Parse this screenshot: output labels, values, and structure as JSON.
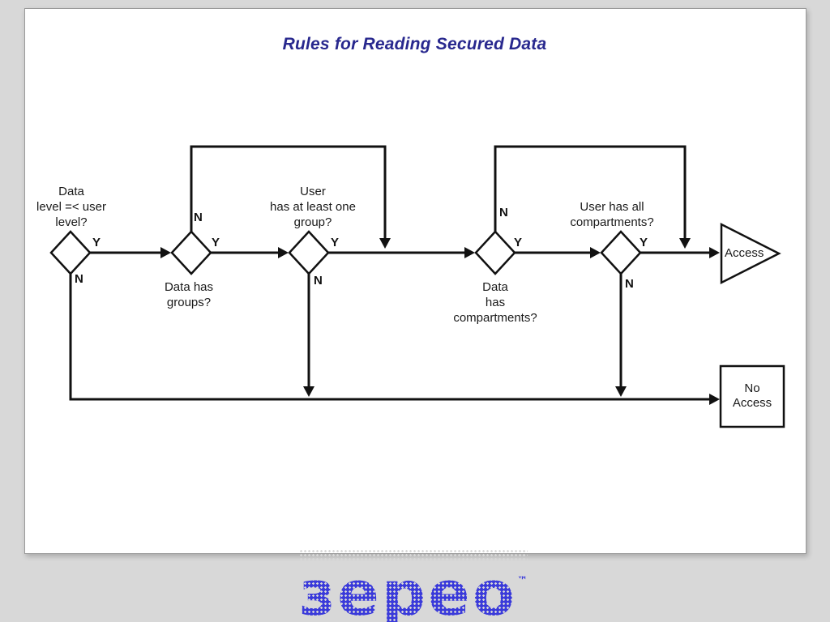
{
  "slide": {
    "title": "Rules for Reading Secured Data"
  },
  "flowchart": {
    "decisions": [
      {
        "label": "Data\nlevel =< user\nlevel?",
        "yes": "Y",
        "no": "N"
      },
      {
        "label": "Data has\ngroups?",
        "yes": "Y",
        "no": "N"
      },
      {
        "label": "User\nhas at least one\ngroup?",
        "yes": "Y",
        "no": "N"
      },
      {
        "label": "Data\nhas\ncompartments?",
        "yes": "Y",
        "no": "N"
      },
      {
        "label": "User has all\ncompartments?",
        "yes": "Y",
        "no": "N"
      }
    ],
    "terminals": {
      "access": "Access",
      "no_access": "No\nAccess"
    }
  },
  "footer": {
    "logo_text": "зepeo",
    "logo_tm": "™"
  },
  "colors": {
    "title_text": "#28288e",
    "logo_blue": "#3a3ada",
    "line_black": "#111111"
  }
}
